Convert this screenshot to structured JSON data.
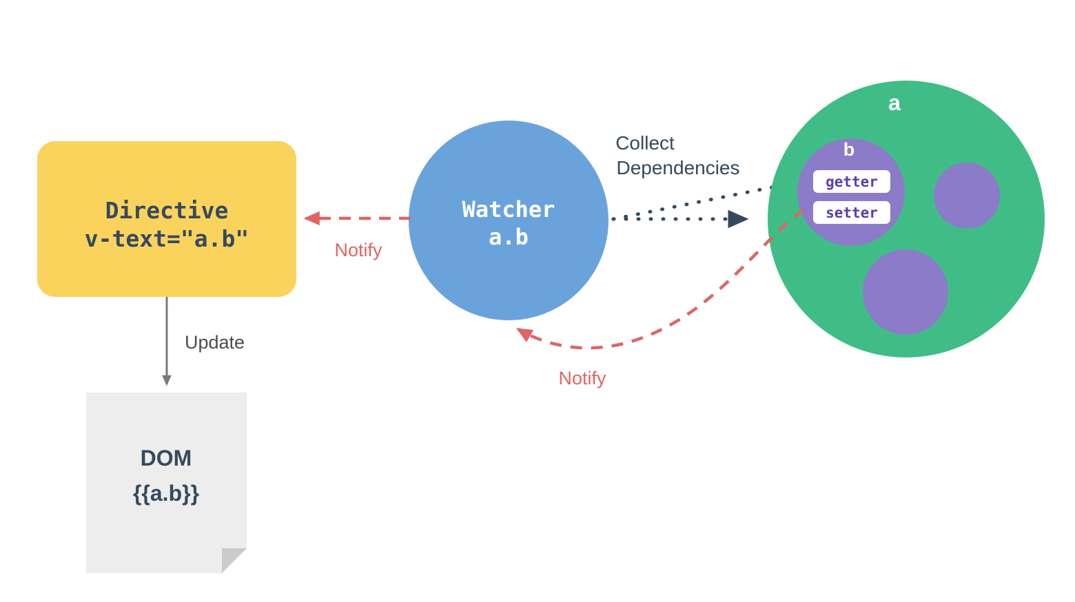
{
  "diagram": {
    "title": "Vue reactivity data flow diagram",
    "colors": {
      "yellow": "#fad35d",
      "blue": "#6aa3dc",
      "green": "#40bd87",
      "purple": "#8b7bc9",
      "navy": "#36495e",
      "red": "#df6565",
      "gray": "#ededed",
      "gray_fold": "#c9cbcc",
      "gray_arrow": "#7a7a7a",
      "white": "#ffffff"
    },
    "nodes": {
      "directive": {
        "label_line1": "Directive",
        "label_line2": "v-text=\"a.b\""
      },
      "dom": {
        "label_line1": "DOM",
        "label_line2": "{{a.b}}"
      },
      "watcher": {
        "label_line1": "Watcher",
        "label_line2": "a.b"
      },
      "data_a": {
        "label": "a"
      },
      "data_b": {
        "label": "b",
        "getter": "getter",
        "setter": "setter"
      }
    },
    "edges": {
      "notify_to_directive": "Notify",
      "notify_to_watcher": "Notify",
      "update_to_dom": "Update",
      "collect_dependencies_line1": "Collect",
      "collect_dependencies_line2": "Dependencies"
    }
  }
}
